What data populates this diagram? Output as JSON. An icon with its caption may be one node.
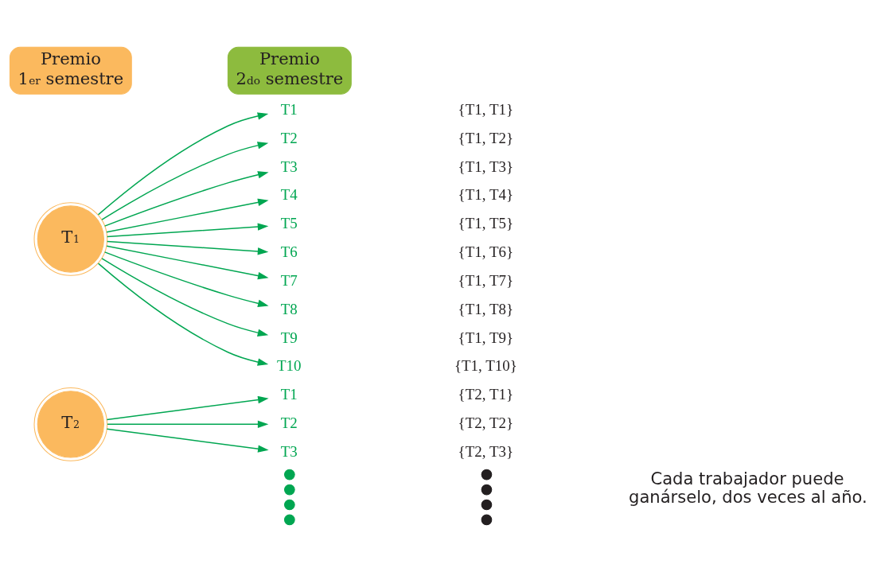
{
  "diagram": {
    "nodes": [
      {
        "text": [
          "Premio 1$^{er}$ semestre"
        ]
      },
      {
        "text": [
          "Premio 2$^{do}$ semestre"
        ]
      },
      {
        "text": [
          "T$_{1}$"
        ]
      },
      {
        "text": [
          "T$_{2}$"
        ]
      },
      {
        "text": [
          "T1"
        ]
      },
      {
        "text": [
          "T2"
        ]
      },
      {
        "text": [
          "T3"
        ]
      },
      {
        "text": [
          "T4"
        ]
      },
      {
        "text": [
          "T5"
        ]
      },
      {
        "text": [
          "T6"
        ]
      },
      {
        "text": [
          "T7"
        ]
      },
      {
        "text": [
          "T8"
        ]
      },
      {
        "text": [
          "T9"
        ]
      },
      {
        "text": [
          "T10"
        ]
      },
      {
        "text": [
          "T1"
        ]
      },
      {
        "text": [
          "T2"
        ]
      },
      {
        "text": [
          "T3"
        ]
      },
      {
        "text": [],
        "shape": "circle"
      },
      {
        "text": [],
        "shape": "circle"
      },
      {
        "text": [],
        "shape": "circle"
      },
      {
        "text": [],
        "shape": "circle"
      },
      {
        "text": [],
        "shape": "circle"
      },
      {
        "text": [],
        "shape": "circle"
      },
      {
        "text": [],
        "shape": "circle"
      },
      {
        "text": [],
        "shape": "circle"
      }
    ],
    "edges": [
      {
        "from": 2,
        "to": 4,
        "arrow": "to"
      },
      {
        "from": 2,
        "to": 5,
        "arrow": "to"
      },
      {
        "from": 2,
        "to": 6,
        "arrow": "to"
      },
      {
        "from": 2,
        "to": 7,
        "arrow": "to"
      },
      {
        "from": 2,
        "to": 8,
        "arrow": "to"
      },
      {
        "from": 2,
        "to": 9,
        "arrow": "to"
      },
      {
        "from": 2,
        "to": 10,
        "arrow": "to"
      },
      {
        "from": 2,
        "to": 11,
        "arrow": "to"
      },
      {
        "from": 2,
        "to": 12,
        "arrow": "to"
      },
      {
        "from": 2,
        "to": 13,
        "arrow": "to"
      },
      {
        "from": 3,
        "to": 14,
        "arrow": "to"
      },
      {
        "from": 3,
        "to": 15,
        "arrow": "to"
      },
      {
        "from": 3,
        "to": 16,
        "arrow": "to"
      }
    ],
    "labels": [
      "{T1, T1}",
      "{T1, T2}",
      "{T1, T3}",
      "{T1, T4}",
      "{T1, T5}",
      "{T1, T6}",
      "{T1, T7}",
      "{T1, T8}",
      "{T1, T9}",
      "{T1, T10}",
      "{T2, T1}",
      "{T2, T2}",
      "{T2, T3}",
      "Cada trabajador puede ganárselo, dos veces al año."
    ]
  }
}
